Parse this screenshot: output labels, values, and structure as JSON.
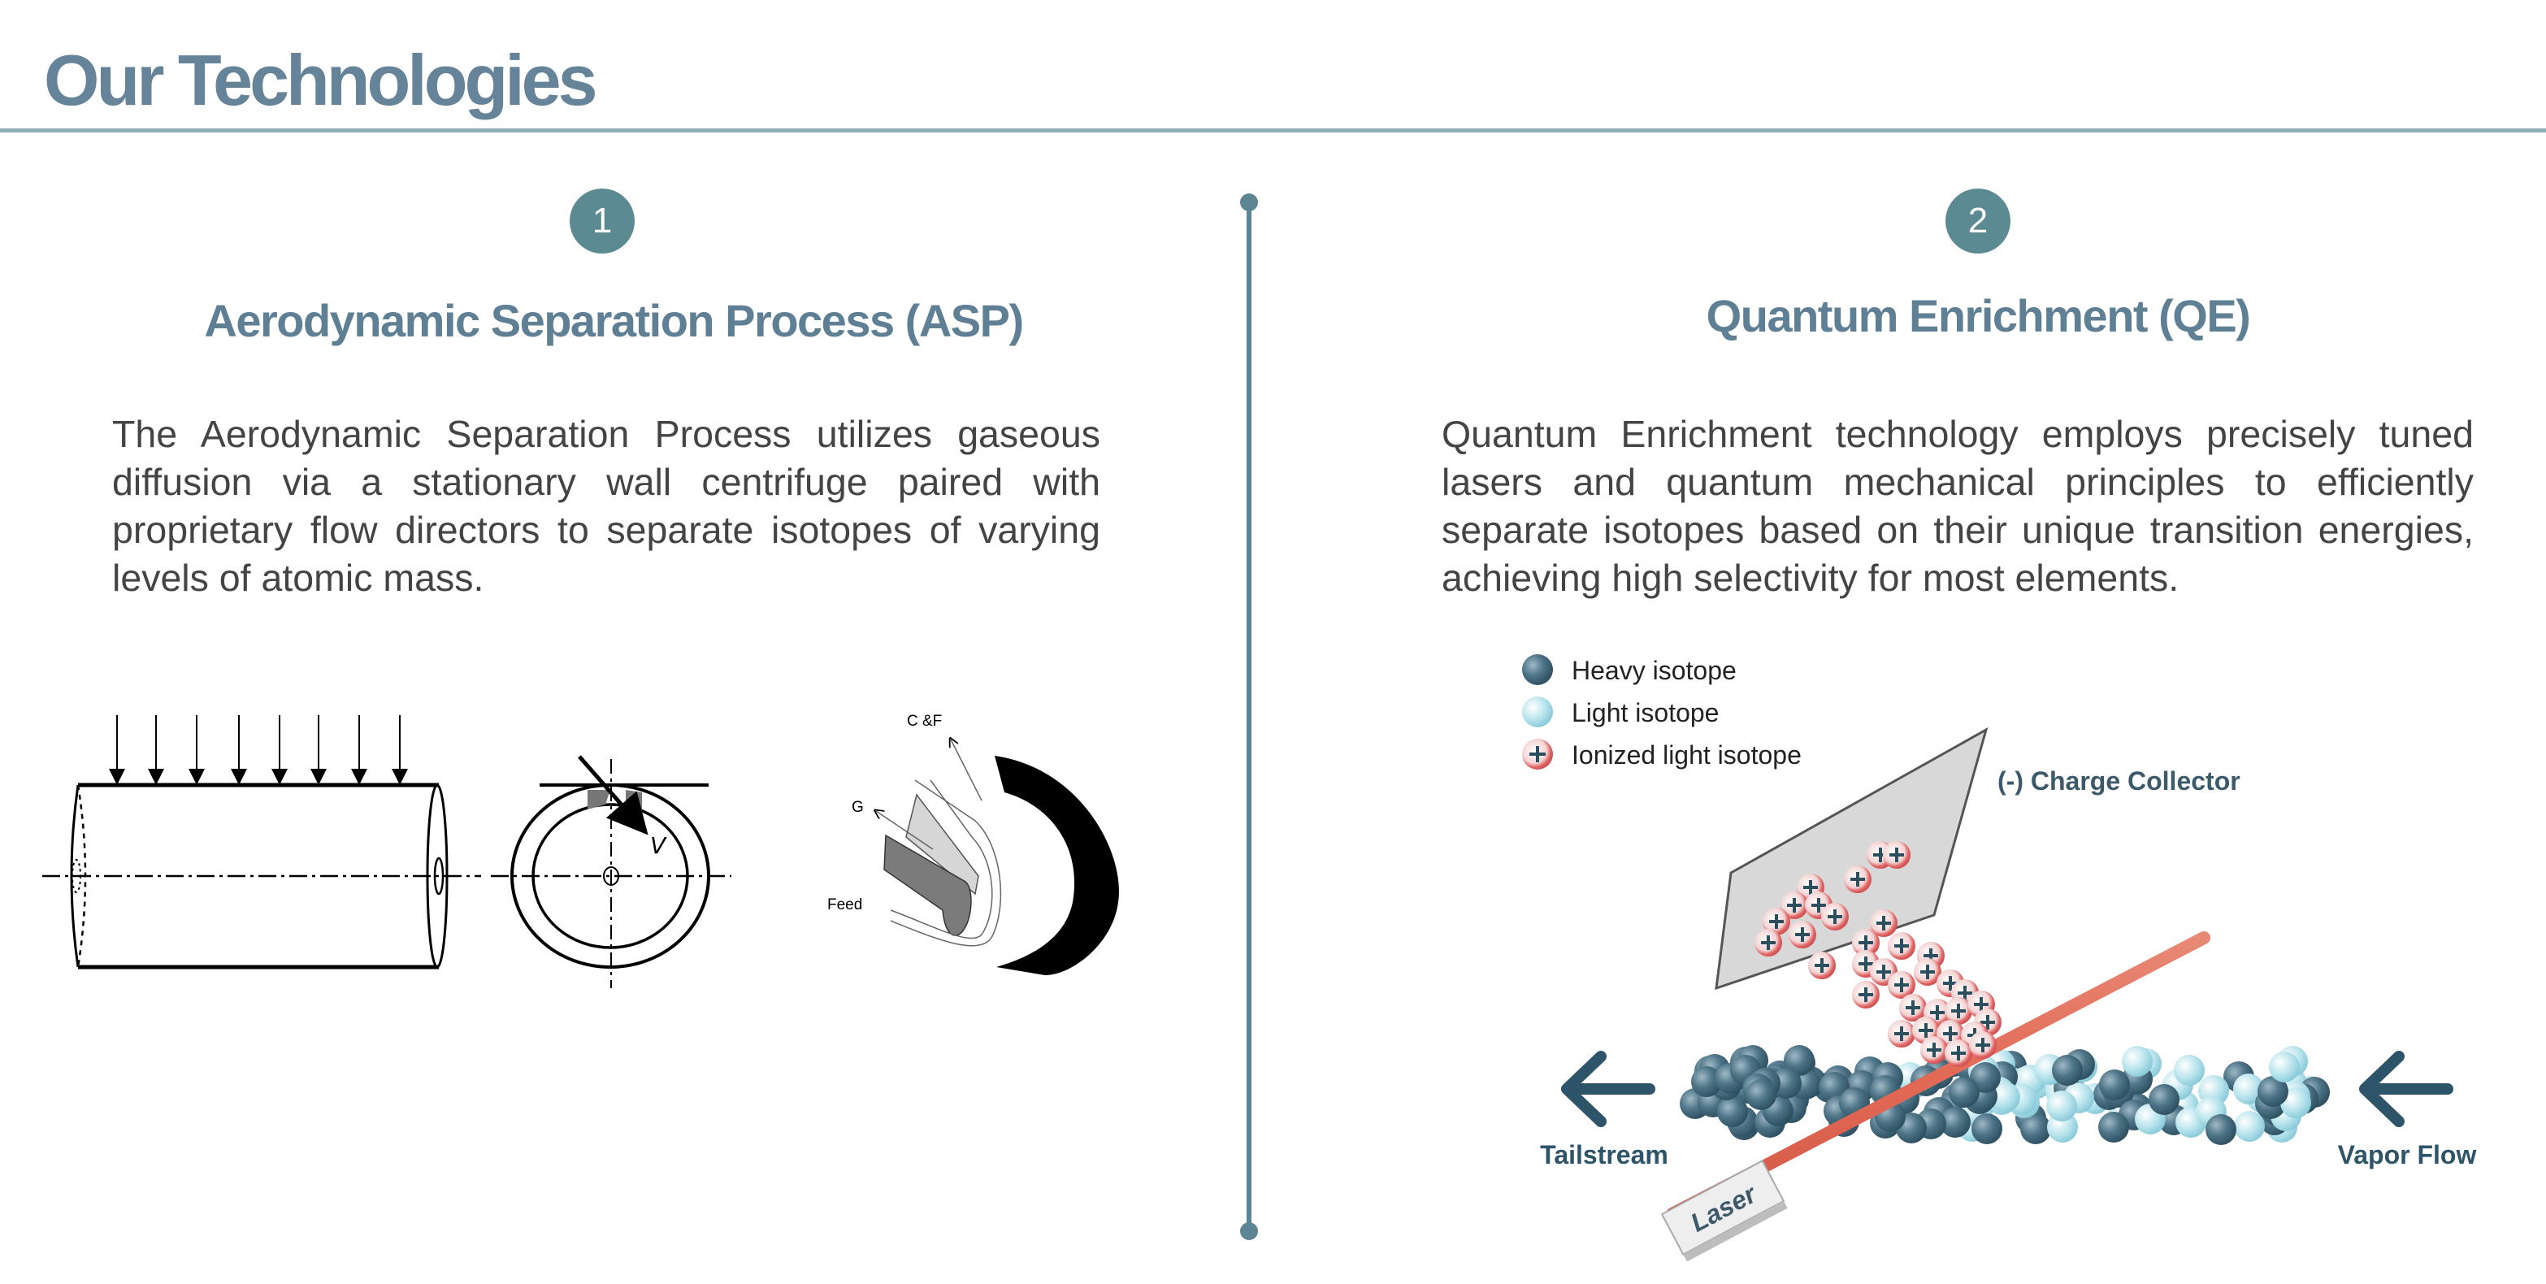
{
  "page": {
    "title": "Our Technologies"
  },
  "technologies": [
    {
      "number": "1",
      "name": "Aerodynamic Separation Process (ASP)",
      "description": "The Aerodynamic Separation Process utilizes gaseous diffusion via a stationary wall centrifuge paired with proprietary flow directors to separate isotopes of varying levels of atomic mass.",
      "diagram": {
        "velocity_label": "V",
        "labels": [
          "C &F",
          "G",
          "Feed"
        ]
      }
    },
    {
      "number": "2",
      "name": "Quantum Enrichment (QE)",
      "description": "Quantum Enrichment technology employs precisely tuned lasers and quantum mechanical principles to efficiently separate isotopes based on their unique transition energies, achieving high selectivity for most elements.",
      "diagram": {
        "legend": [
          "Heavy isotope",
          "Light isotope",
          "Ionized light isotope"
        ],
        "collector_label": "(-) Charge Collector",
        "laser_label": "Laser",
        "left_label": "Tailstream",
        "right_label": "Vapor Flow"
      }
    }
  ],
  "colors": {
    "accent": "#668499",
    "badge": "#5b8a93",
    "heavy": "#3f6577",
    "light": "#a9dde8",
    "ion": "#e06666",
    "laser": "#e9745f"
  }
}
